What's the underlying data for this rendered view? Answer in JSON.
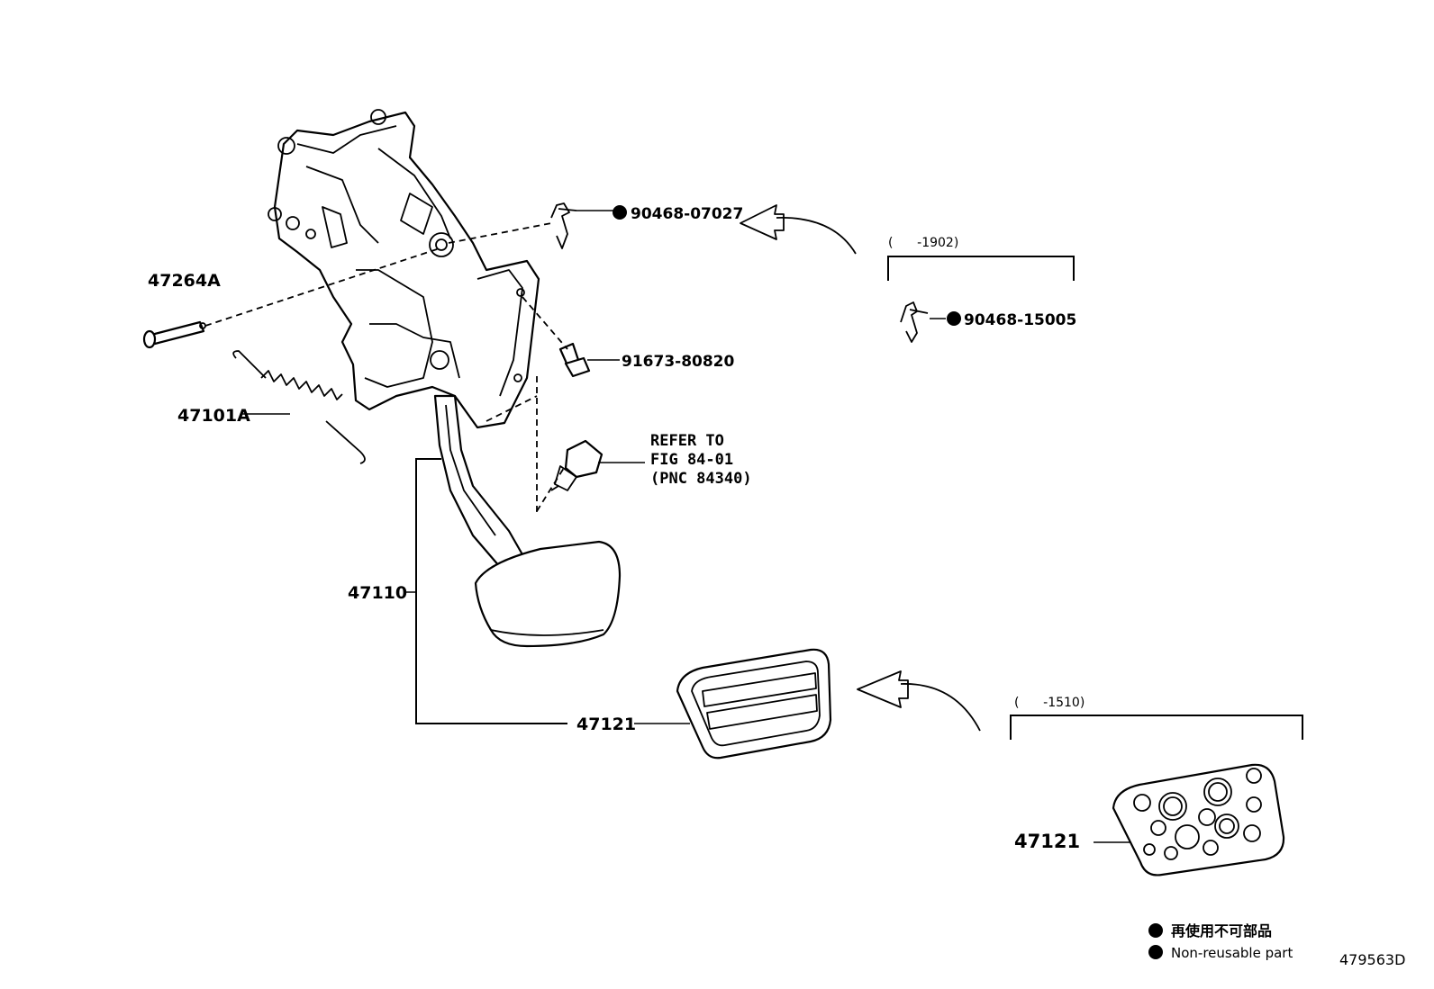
{
  "labels": {
    "clip_upper": "90468-07027",
    "pin": "47264A",
    "bolt": "91673-80820",
    "spring": "47101A",
    "refer_line1": "REFER TO",
    "refer_line2": "FIG 84-01",
    "refer_line3": "(PNC 84340)",
    "pedal": "47110",
    "pad_main": "47121",
    "pad_variant": "47121",
    "clip_variant": "90468-15005",
    "range_upper": "(      -1902)",
    "range_lower": "(      -1510)"
  },
  "legend": {
    "jp": "再使用不可部品",
    "en": "Non-reusable part"
  },
  "figure_id": "479563D",
  "colors": {
    "ink": "#000000",
    "paper": "#ffffff"
  }
}
